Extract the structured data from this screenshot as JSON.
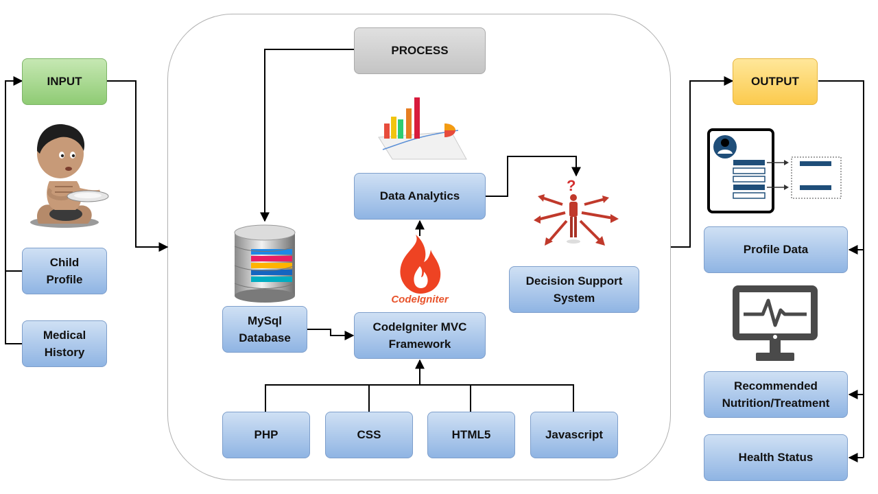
{
  "input": {
    "title": "INPUT",
    "items": [
      "Child\nProfile",
      "Medical\nHistory"
    ]
  },
  "process": {
    "title": "PROCESS",
    "data_analytics": "Data Analytics",
    "decision_support": "Decision Support\nSystem",
    "mysql": "MySql\nDatabase",
    "framework": "CodeIgniter MVC\nFramework",
    "codeigniter_logo_text": "CodeIgniter",
    "technologies": [
      "PHP",
      "CSS",
      "HTML5",
      "Javascript"
    ]
  },
  "output": {
    "title": "OUTPUT",
    "items": [
      "Profile Data",
      "Recommended\nNutrition/Treatment",
      "Health Status"
    ]
  },
  "colors": {
    "box_blue": "#8fb4e3",
    "box_green": "#8fcb74",
    "box_orange": "#fbca4d",
    "box_gray": "#c4c4c4",
    "codeigniter_orange": "#e8532b",
    "arrow_red": "#c0392b"
  },
  "icons": [
    "malnourished-child-illustration",
    "database-icon",
    "chart-icon",
    "codeigniter-flame-icon",
    "decision-arrows-icon",
    "profile-card-icon",
    "health-monitor-icon"
  ]
}
